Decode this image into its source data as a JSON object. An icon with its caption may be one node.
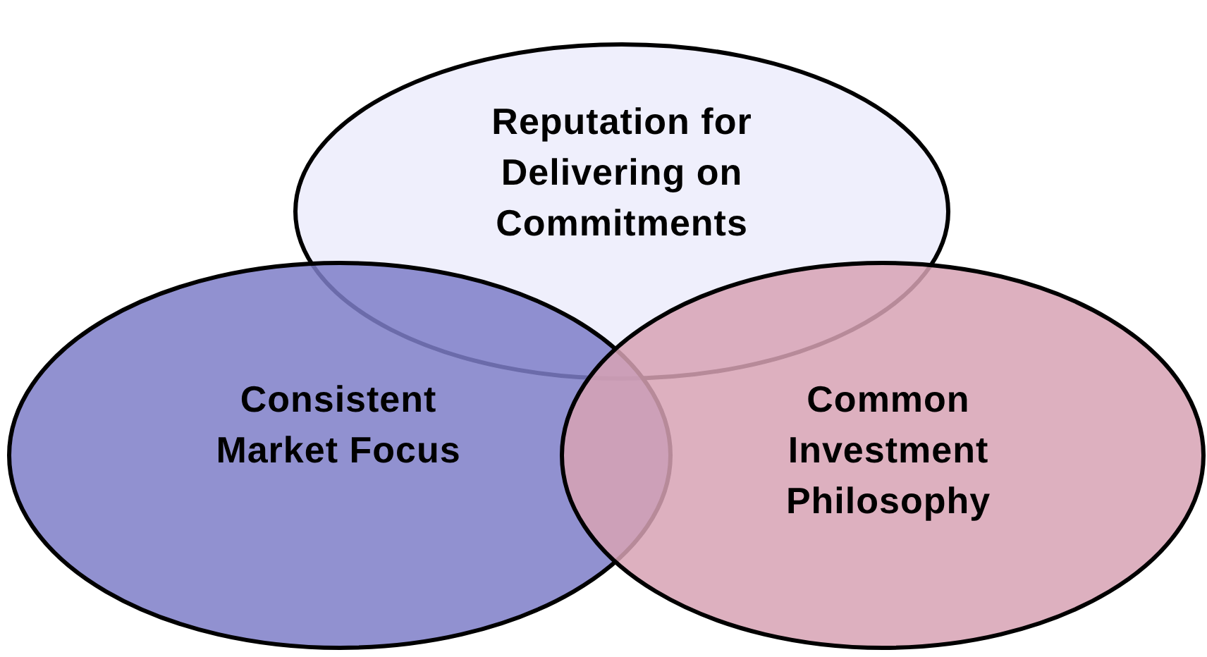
{
  "diagram": {
    "nodes": [
      {
        "text": [
          "Reputation for Delivering on Commitments"
        ]
      },
      {
        "text": [
          "Consistent Market Focus"
        ]
      },
      {
        "text": [
          "Common Investment Philosophy"
        ]
      }
    ]
  }
}
